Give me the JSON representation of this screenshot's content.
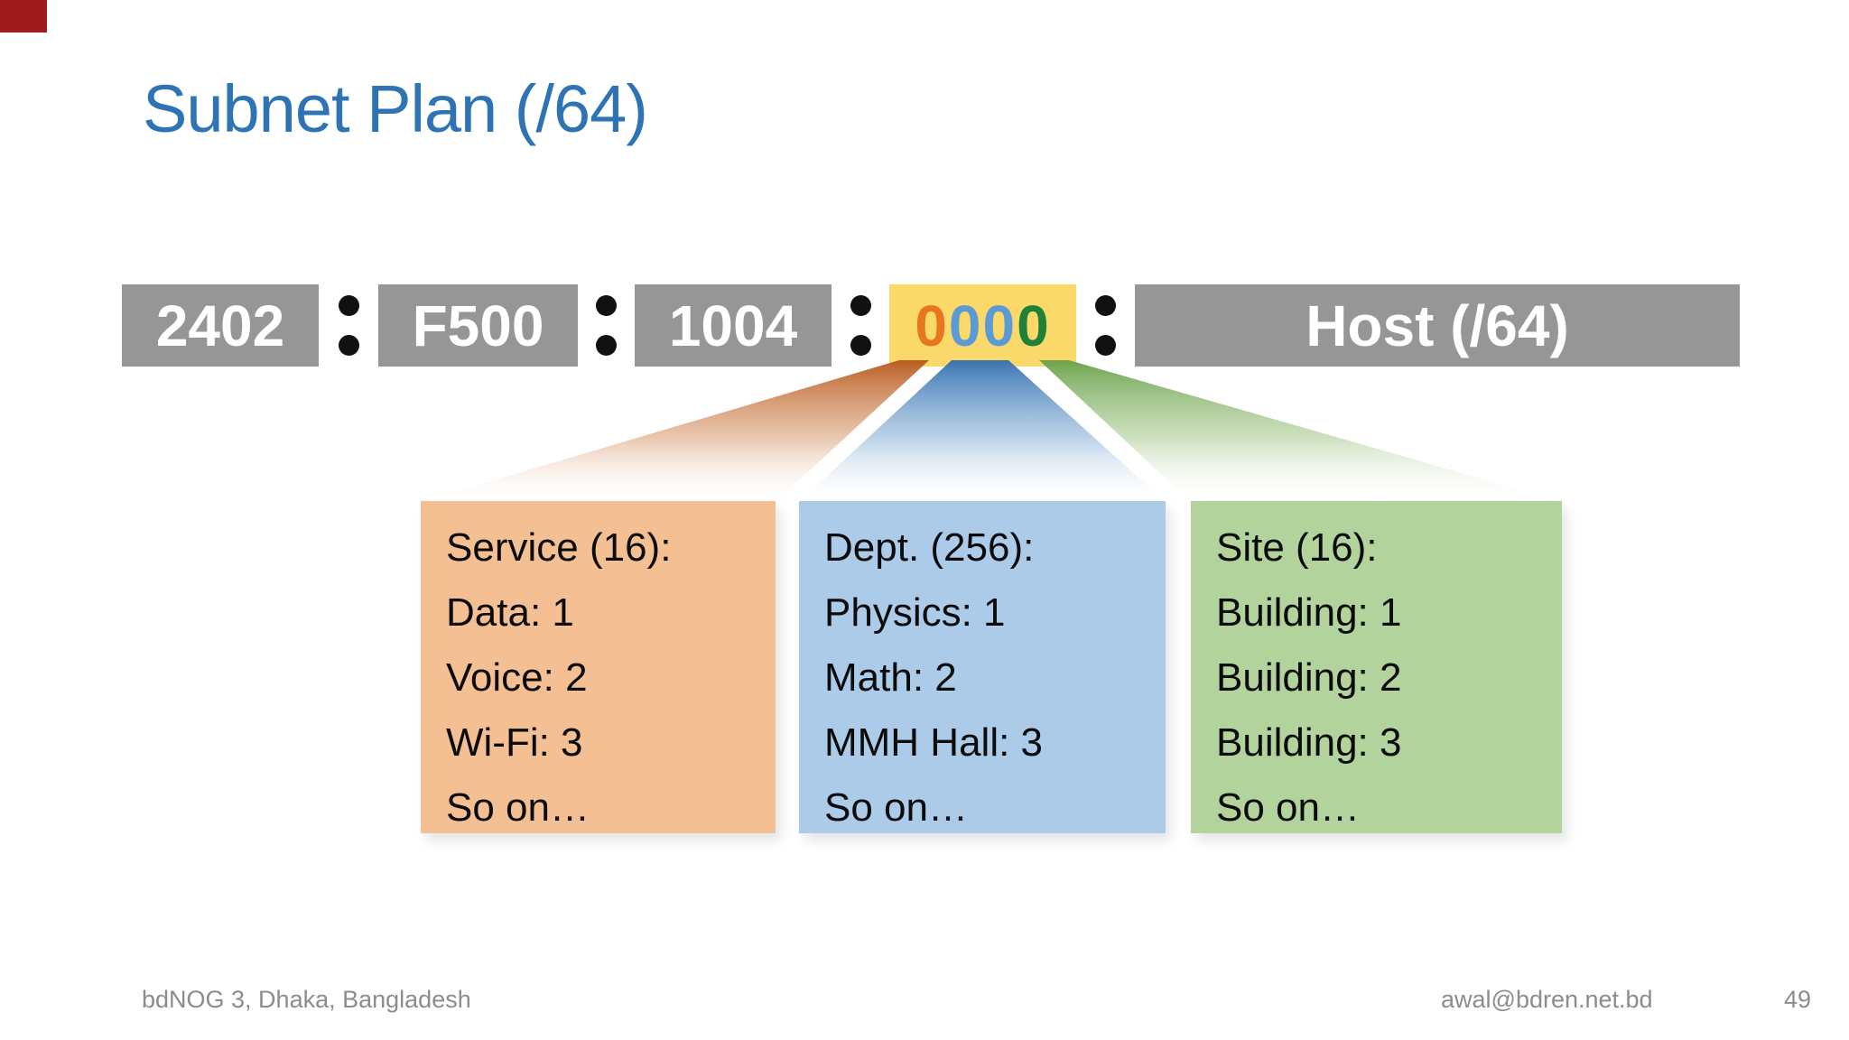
{
  "slide": {
    "title": "Subnet Plan (/64)",
    "footer": {
      "venue": "bdNOG 3, Dhaka, Bangladesh",
      "email": "awal@bdren.net.bd",
      "page_number": "49"
    }
  },
  "address_bar": {
    "separator": ":",
    "prefix_segments": [
      "2402",
      "F500",
      "1004"
    ],
    "subnet_segment": {
      "value": "0000",
      "digits": [
        {
          "char": "0",
          "color": "#e8751f"
        },
        {
          "char": "0",
          "color": "#5b9bd5"
        },
        {
          "char": "0",
          "color": "#5b9bd5"
        },
        {
          "char": "0",
          "color": "#1f8038"
        }
      ],
      "background": "#fad86a"
    },
    "host_segment": "Host (/64)",
    "segment_background": "#969696",
    "segment_text_color": "#ffffff"
  },
  "detail_boxes": [
    {
      "id": "service",
      "background": "#f4bf92",
      "funnel_color": "#b85a1e",
      "lines": [
        "Service (16):",
        "Data: 1",
        "Voice: 2",
        "Wi-Fi: 3",
        "So on…"
      ]
    },
    {
      "id": "dept",
      "background": "#abcbe9",
      "funnel_color": "#3470b0",
      "lines": [
        "Dept. (256):",
        "Physics: 1",
        "Math: 2",
        "MMH Hall: 3",
        "So on…"
      ]
    },
    {
      "id": "site",
      "background": "#b3d39c",
      "funnel_color": "#6aa24a",
      "lines": [
        "Site (16):",
        "Building: 1",
        "Building: 2",
        "Building: 3",
        "So on…"
      ]
    }
  ],
  "colors": {
    "title": "#2e74b5",
    "corner_mark": "#9e1b1e",
    "footer_text": "#8c8c8c"
  }
}
